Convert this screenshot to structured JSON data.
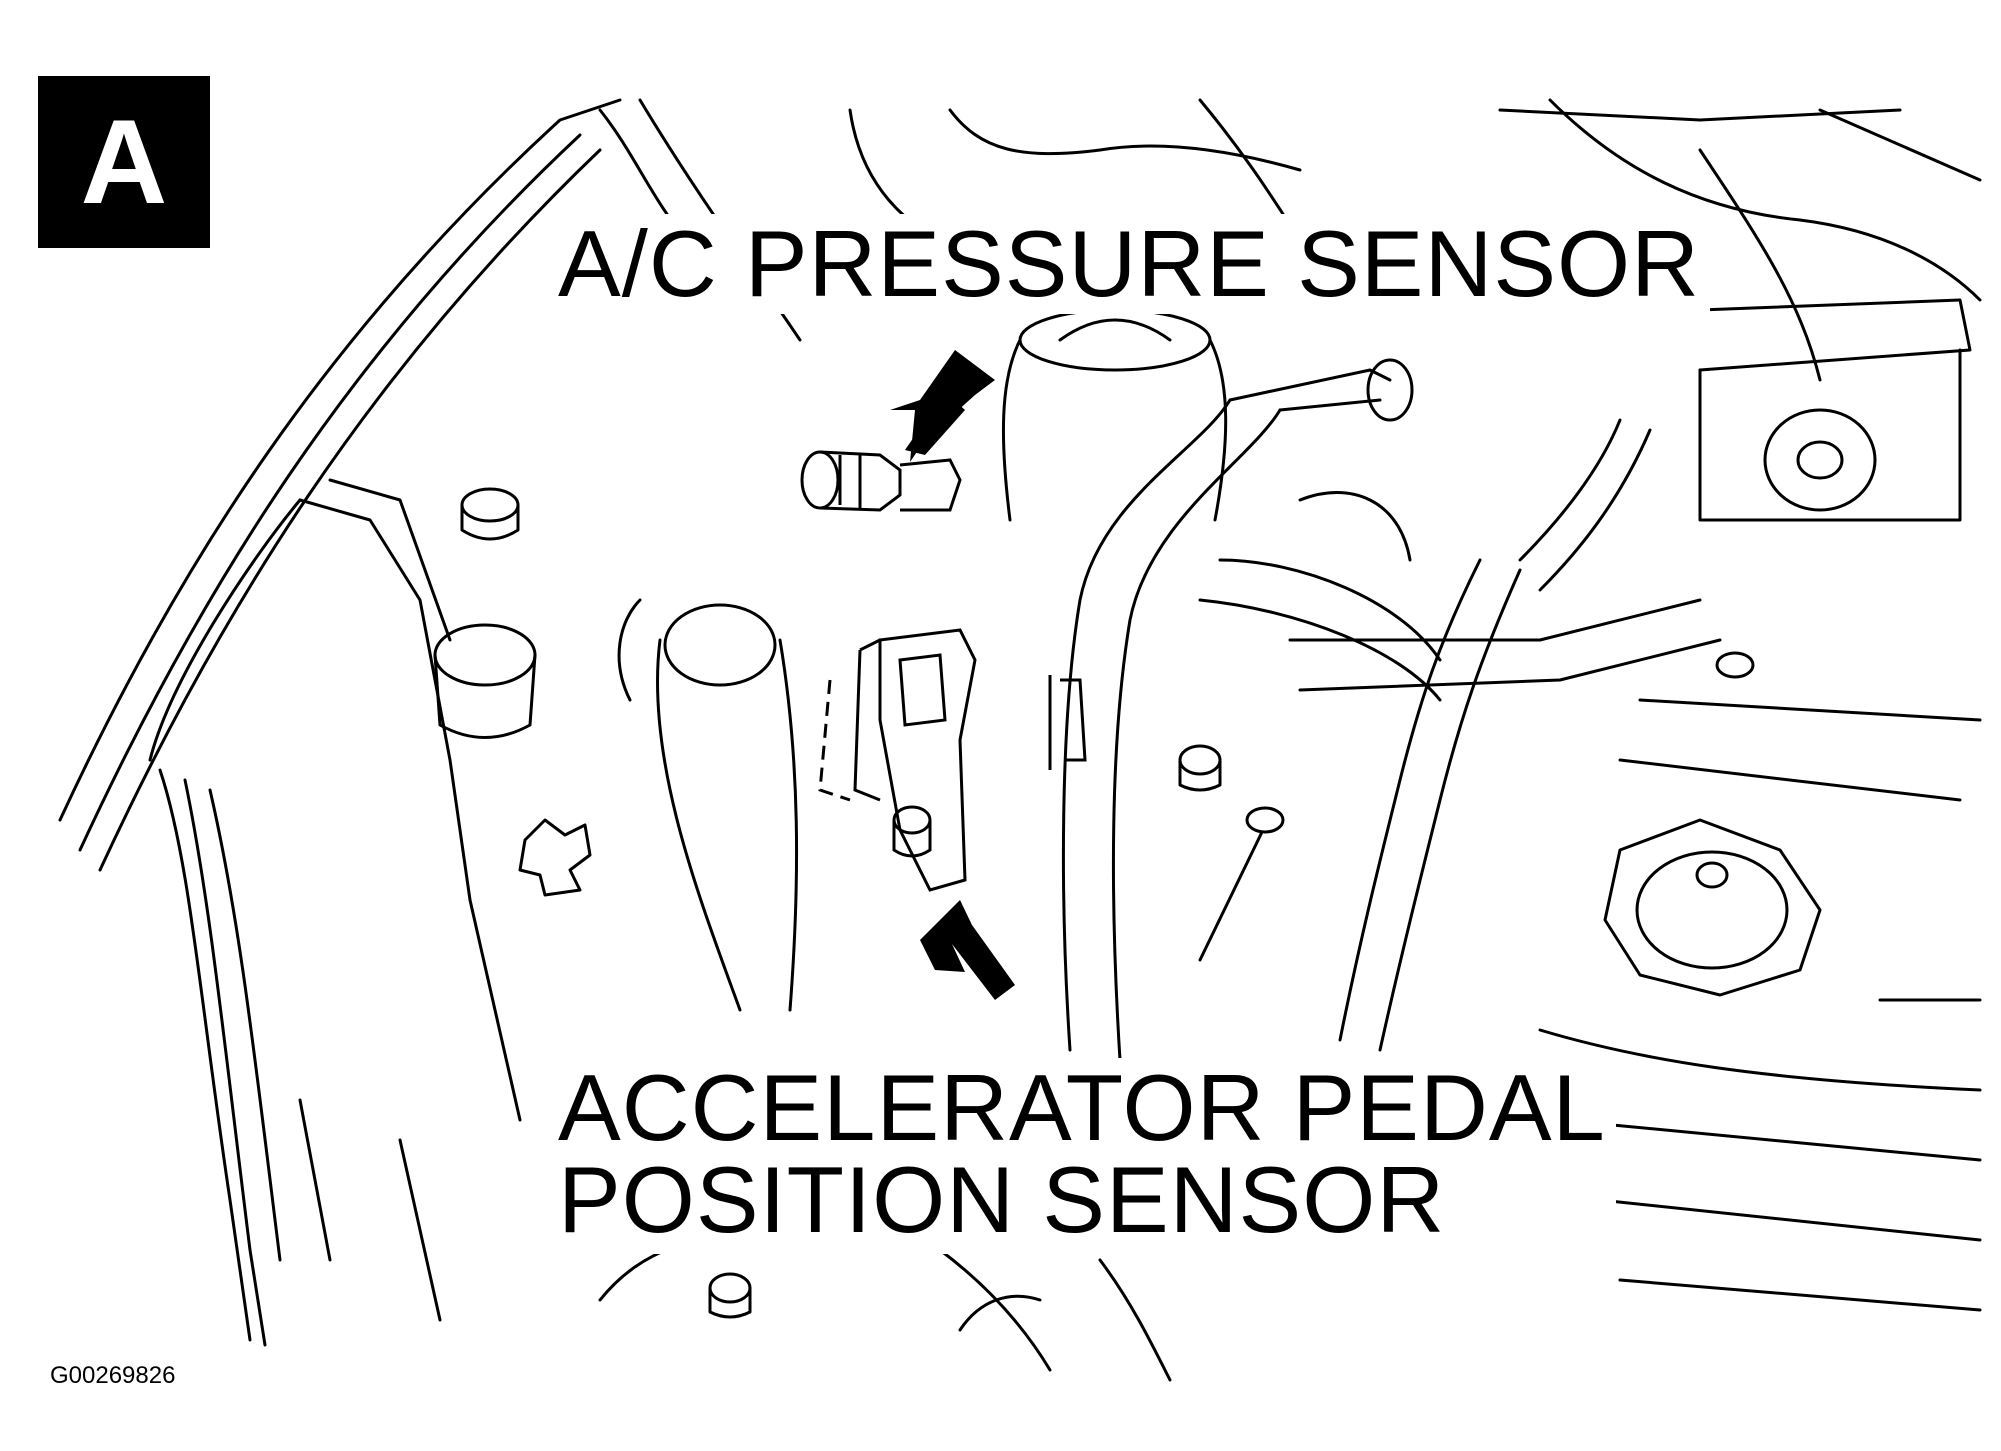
{
  "badge": "A",
  "callouts": {
    "ac_pressure_sensor": "A/C PRESSURE SENSOR",
    "accelerator_line1": "ACCELERATOR PEDAL",
    "accelerator_line2": "POSITION SENSOR"
  },
  "figure_id": "G00269826",
  "colors": {
    "ink": "#000000",
    "paper": "#ffffff"
  }
}
